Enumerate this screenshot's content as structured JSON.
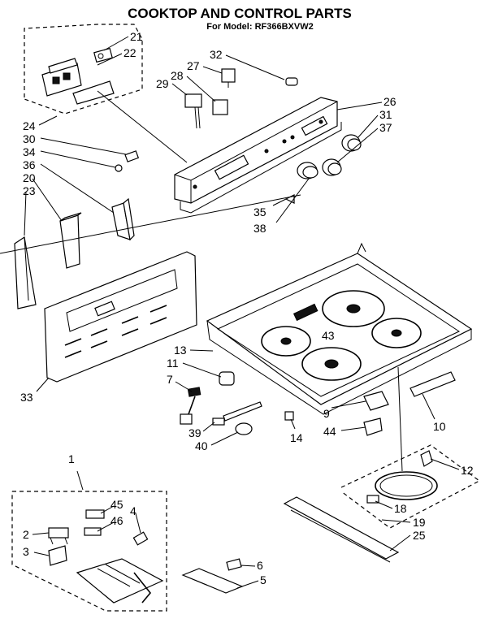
{
  "title": "COOKTOP AND CONTROL PARTS",
  "subtitle": "For Model: RF366BXVW2",
  "callouts": [
    "21",
    "22",
    "24",
    "30",
    "34",
    "36",
    "20",
    "23",
    "32",
    "27",
    "28",
    "29",
    "26",
    "31",
    "37",
    "35",
    "38",
    "33",
    "13",
    "11",
    "7",
    "43",
    "9",
    "44",
    "10",
    "39",
    "40",
    "14",
    "12",
    "18",
    "19",
    "25",
    "1",
    "45",
    "46",
    "4",
    "2",
    "3",
    "6",
    "5"
  ]
}
